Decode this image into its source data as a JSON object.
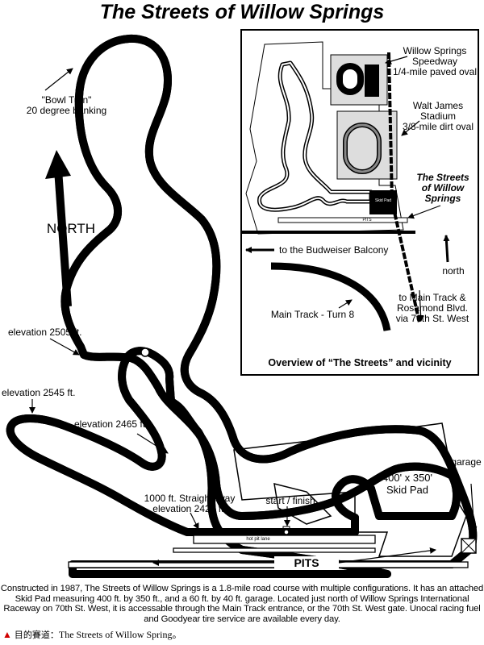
{
  "title": "The Streets of Willow Springs",
  "labels": {
    "bowl_turn_1": "\"Bowl Turn\"",
    "bowl_turn_2": "20 degree banking",
    "north_big": "NORTH",
    "elev_2505": "elevation 2505 ft.",
    "elev_2545": "elevation 2545 ft.",
    "elev_2465": "elevation 2465 ft.",
    "straight_1": "1000 ft. Straightaway",
    "straight_2": "elevation 2425 ft.",
    "start_finish": "start / finish",
    "skid_pad_1": "400' x 350'",
    "skid_pad_2": "Skid Pad",
    "garage": "garage",
    "pits": "PITS",
    "hot_pit_lane": "hot pit lane"
  },
  "inset": {
    "speedway_1": "Willow Springs",
    "speedway_2": "Speedway",
    "speedway_3": "1/4-mile paved oval",
    "stadium_1": "Walt James",
    "stadium_2": "Stadium",
    "stadium_3": "3/8-mile dirt oval",
    "streets_1": "The Streets",
    "streets_2": "of Willow",
    "streets_3": "Springs",
    "skid_pad_small": "Skid Pad",
    "pits_small": "PITS",
    "balcony": "to the Budweiser Balcony",
    "north_small": "north",
    "main_track_1": "to Main Track &",
    "main_track_2": "Rosamond Blvd.",
    "main_track_3": "via 70th St. West",
    "turn8": "Main Track - Turn 8",
    "caption": "Overview of “The Streets” and vicinity"
  },
  "description": "Constructed in 1987, The Streets of Willow Springs is a 1.8-mile road course with multiple configurations. It has an attached Skid Pad measuring 400 ft. by 350 ft., and a 60 ft. by 40 ft. garage. Located just north of Willow Springs International Raceway on 70th St. West, it is accessable through the Main Track entrance, or the 70th St. West gate. Unocal racing fuel and Goodyear tire service are available every day.",
  "footer": {
    "icon": "red-triangle-icon",
    "label": "目的賽道：",
    "value": "The Streets of Willow Spring。"
  },
  "colors": {
    "accent": "#d00000",
    "ink": "#000000",
    "paper": "#ffffff"
  }
}
